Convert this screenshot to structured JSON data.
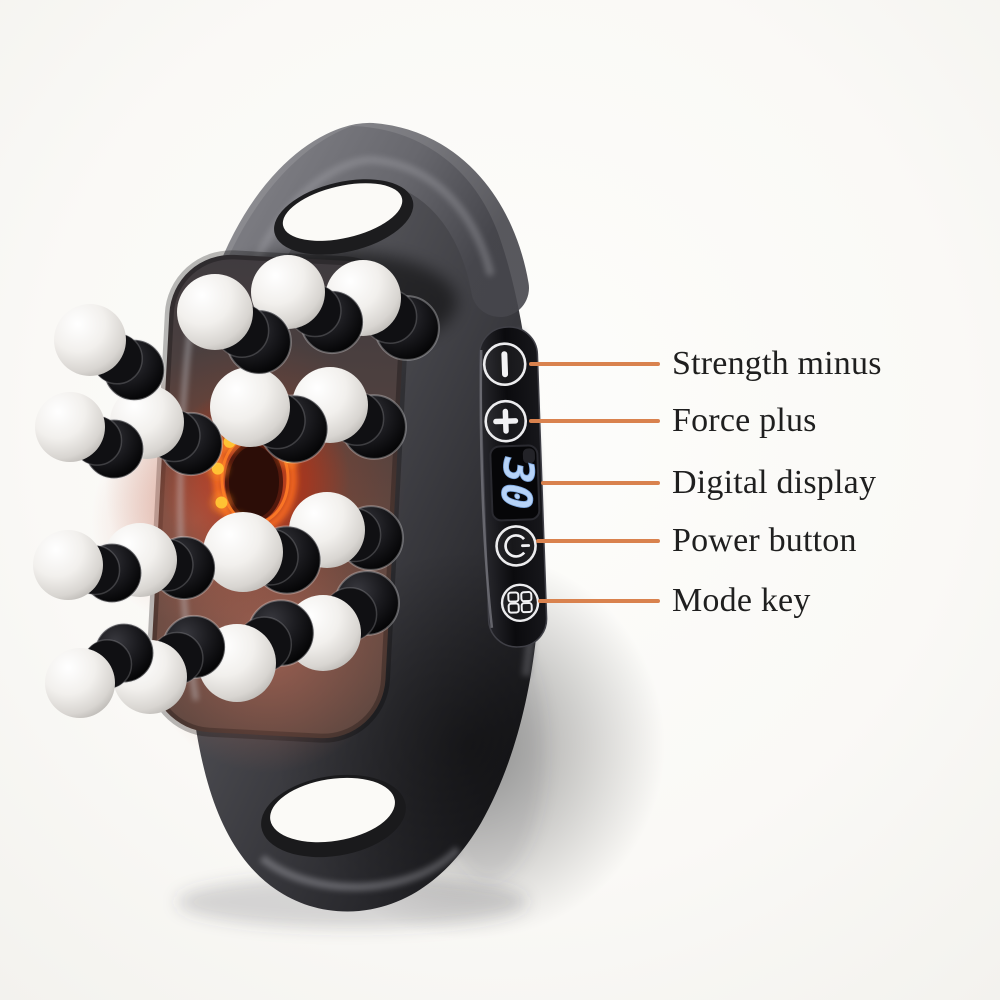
{
  "figure": {
    "background_color": "#fbfaf7",
    "device": {
      "description": "handheld rolling-ball massage device",
      "ball_count": 16,
      "display": {
        "value": "30",
        "digit_color": "#b7d3f7"
      },
      "buttons": [
        {
          "id": "strength-minus",
          "icon": "minus-icon"
        },
        {
          "id": "force-plus",
          "icon": "plus-icon"
        },
        {
          "id": "digital-display",
          "icon": "seven-segment-display"
        },
        {
          "id": "power",
          "icon": "power-icon"
        },
        {
          "id": "mode",
          "icon": "mode-grid-icon"
        }
      ]
    },
    "annotations": {
      "line_color": "#d9824e",
      "text_color": "#1f1f1f",
      "items": [
        {
          "label": "Strength minus"
        },
        {
          "label": "Force plus"
        },
        {
          "label": "Digital display"
        },
        {
          "label": "Power button"
        },
        {
          "label": "Mode key"
        }
      ]
    }
  }
}
